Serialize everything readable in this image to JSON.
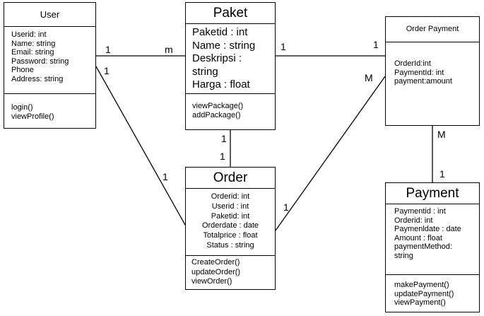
{
  "classes": {
    "user": {
      "name": "User",
      "attributes": [
        "Userid: int",
        "Name: string",
        "Email: string",
        "Password: string",
        "Phone",
        "Address: string"
      ],
      "operations": [
        "login()",
        "viewProfile()"
      ]
    },
    "paket": {
      "name": "Paket",
      "attributes": [
        "Paketid : int",
        "Name : string",
        "Deskripsi :",
        "string",
        "Harga : float"
      ],
      "operations": [
        "viewPackage()",
        "addPackage()"
      ]
    },
    "order_payment": {
      "name": "Order Payment",
      "attributes": [
        "OrderId:int",
        "PaymentId: int",
        "payment:amount"
      ],
      "operations": []
    },
    "order": {
      "name": "Order",
      "attributes": [
        "Orderid: int",
        "Userid : int",
        "Paketid: int",
        "Orderdate : date",
        "Totalprice : float",
        "Status : string"
      ],
      "operations": [
        "CreateOrder()",
        "updateOrder()",
        "viewOrder()"
      ]
    },
    "payment": {
      "name": "Payment",
      "attributes": [
        "Paymentid : int",
        "Orderid: int",
        "Paymenldate : date",
        "Amount : float",
        "paymentMethod:",
        "string"
      ],
      "operations": [
        "makePayment()",
        "updatePayment()",
        "viewPayment()"
      ]
    }
  },
  "associations": {
    "user_paket": {
      "user_end": "1",
      "paket_end": "m"
    },
    "user_order": {
      "user_end": "1",
      "order_end": "1"
    },
    "paket_order": {
      "paket_end": "1",
      "order_end": "1"
    },
    "paket_order_payment": {
      "paket_end": "1",
      "order_payment_end": "1"
    },
    "order_order_payment": {
      "order_end": "1",
      "order_payment_end": "M"
    },
    "order_payment_payment": {
      "order_payment_end": "M",
      "payment_end": "1"
    }
  }
}
